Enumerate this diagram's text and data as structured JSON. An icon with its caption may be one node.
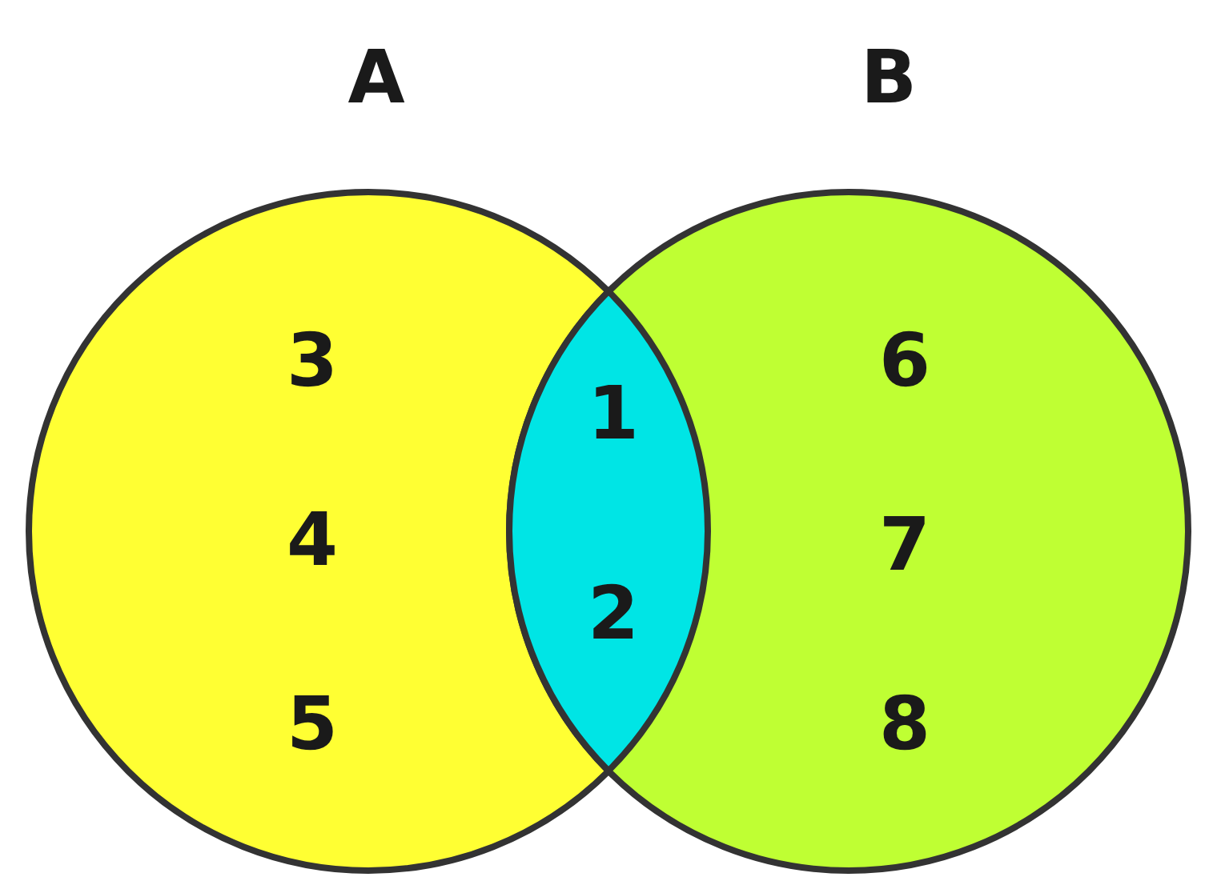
{
  "diagram": {
    "nodes": [
      {
        "text": [
          "A",
          "3",
          "4",
          "5"
        ]
      },
      {
        "text": [
          "B",
          "6",
          "7",
          "8"
        ]
      },
      {
        "text": [
          "1",
          "2"
        ]
      }
    ]
  }
}
